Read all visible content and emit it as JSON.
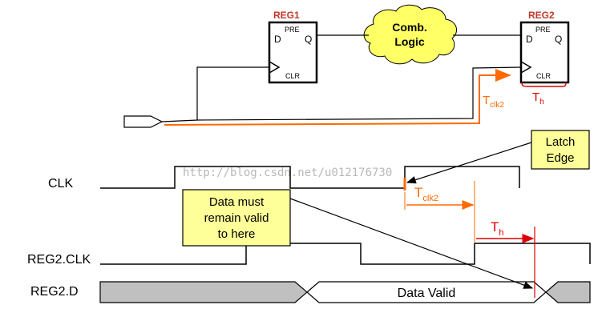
{
  "reg1": {
    "title": "REG1",
    "d": "D",
    "q": "Q",
    "pre": "PRE",
    "clr": "CLR"
  },
  "reg2": {
    "title": "REG2",
    "d": "D",
    "q": "Q",
    "pre": "PRE",
    "clr": "CLR"
  },
  "comb_logic": {
    "line1": "Comb.",
    "line2": "Logic"
  },
  "tclk2": {
    "base": "T",
    "sub": "clk2"
  },
  "th": {
    "base": "T",
    "sub": "h"
  },
  "latch_edge": {
    "line1": "Latch",
    "line2": "Edge"
  },
  "data_must": {
    "line1": "Data must",
    "line2": "remain valid",
    "line3": "to here"
  },
  "signals": {
    "clk": "CLK",
    "reg2_clk": "REG2.CLK",
    "reg2_d": "REG2.D"
  },
  "data_valid": "Data Valid",
  "watermark": "http://blog.csdn.net/u012176730",
  "colors": {
    "orange": "#ff6a00",
    "red": "#e00000",
    "note_bg": "#ffff99",
    "cloud": "#ffff66",
    "bus_gray": "#c0c0c0",
    "reg_title": "#c0392b"
  }
}
